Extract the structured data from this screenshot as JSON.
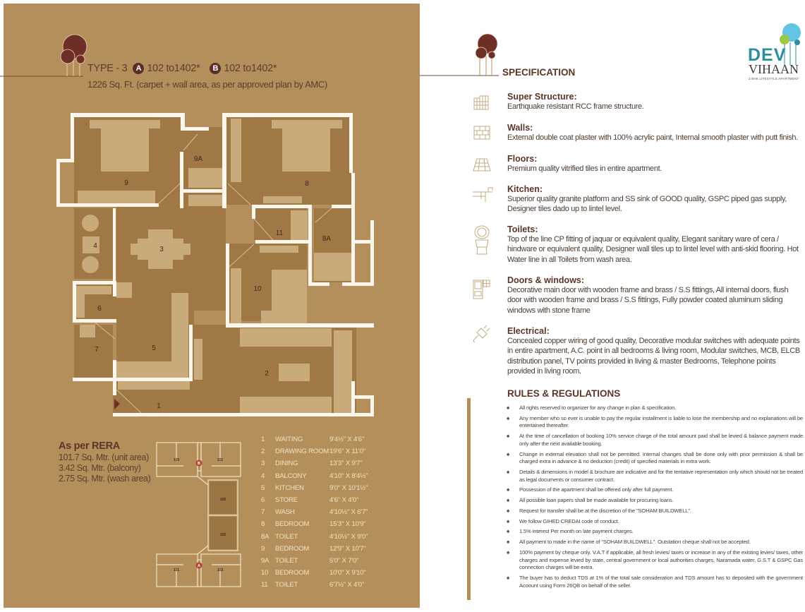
{
  "left": {
    "type_label": "TYPE - 3",
    "wing_a_badge": "A",
    "wing_a_range": "102 to1402*",
    "wing_b_badge": "B",
    "wing_b_range": "102 to1402*",
    "area_text": "1226 Sq. Ft. (carpet + wall area, as per approved plan by AMC)",
    "plan_labels": [
      "1",
      "2",
      "3",
      "4",
      "5",
      "6",
      "7",
      "8",
      "8A",
      "9",
      "9A",
      "10",
      "11"
    ],
    "rera": {
      "title": "As per RERA",
      "lines": [
        "101.7 Sq. Mtr. (unit area)",
        "3.42 Sq. Mtr. (balcony)",
        "2.75 Sq. Mtr. (wash area)"
      ]
    },
    "keyplan": {
      "units_top": [
        "103",
        "101"
      ],
      "units_mid": [
        "102",
        "102"
      ],
      "units_bottom": [
        "101",
        "103"
      ],
      "marker_top": "B",
      "marker_bottom": "A"
    },
    "rooms": [
      {
        "no": "1",
        "name": "WAITING",
        "dim": "9'4½\" X 4'6\""
      },
      {
        "no": "2",
        "name": "DRAWING ROOM",
        "dim": "19'6\" X 11'0\""
      },
      {
        "no": "3",
        "name": "DINING",
        "dim": "13'3\" X 9'7\""
      },
      {
        "no": "4",
        "name": "BALCONY",
        "dim": "4'10\" X 8'4½\""
      },
      {
        "no": "5",
        "name": "KITCHEN",
        "dim": "9'0\" X 10'1½\""
      },
      {
        "no": "6",
        "name": "STORE",
        "dim": "4'6\" X 4'0\""
      },
      {
        "no": "7",
        "name": "WASH",
        "dim": "4'10½\" X 6'7\""
      },
      {
        "no": "8",
        "name": "BEDROOM",
        "dim": "15'3\" X 10'9\""
      },
      {
        "no": "8A",
        "name": "TOILET",
        "dim": "4'10½\" X 9'0\""
      },
      {
        "no": "9",
        "name": "BEDROOM",
        "dim": "12'9\" X 10'7\""
      },
      {
        "no": "9A",
        "name": "TOILET",
        "dim": "5'0\" X 7'0\""
      },
      {
        "no": "10",
        "name": "BEDROOM",
        "dim": "10'0\" X 9'10\""
      },
      {
        "no": "11",
        "name": "TOILET",
        "dim": "6'7½\" X 4'0\""
      }
    ]
  },
  "right": {
    "section_title": "SPECIFICATION",
    "logo": {
      "line1": "DEV",
      "line2": "VIHAAN",
      "tagline": "3 BHK LIFESTYLE APARTMENT"
    },
    "specs": [
      {
        "icon": "building-icon",
        "title": "Super Structure:",
        "text": "Earthquake resistant RCC frame structure."
      },
      {
        "icon": "brick-wall-icon",
        "title": "Walls:",
        "text": "External double coat plaster with 100% acrylic paint, Internal smooth plaster with putt finish."
      },
      {
        "icon": "floor-tiles-icon",
        "title": "Floors:",
        "text": "Premium quality vitrified tiles in entire apartment."
      },
      {
        "icon": "kitchen-sink-icon",
        "title": "Kitchen:",
        "text": "Superior quality granite platform and SS sink of GOOD quality, GSPC piped gas  supply, Designer tiles dado up to lintel level."
      },
      {
        "icon": "toilet-icon",
        "title": "Toilets:",
        "text": "Top of the line CP fitting of jaquar or equivalent quality, Elegant sanitary ware of cera / hindware or equivalent quality, Designer wall tiles up to lintel level with anti-skid flooring. Hot Water line in all Toilets from wash area."
      },
      {
        "icon": "door-window-icon",
        "title": "Doors & windows:",
        "text": "Decorative main door with wooden frame and brass / S.S fittings, All internal doors, flush door with wooden frame and brass / S.S fittings, Fully powder coated aluminum sliding windows with stone frame"
      },
      {
        "icon": "electric-plug-icon",
        "title": "Electrical:",
        "text": "Concealed copper wiring of good quality, Decorative modular switches with adequate points in entire apartment, A.C. point in all bedrooms & living room, Modular switches, MCB, ELCB distribution panel, TV points provided in living & master Bedrooms, Telephone points provided in living room."
      }
    ],
    "rules_title": "RULES & REGULATIONS",
    "rules": [
      "All rights reserved to organizer for any change in plan &  specification.",
      "Any member who so ever is unable to pay the regular installment is liable to lose the membership and no explanations will be entertained  thereafter.",
      "At the time of cancellation of booking 10% service charge of the total amount paid shall be levied & balance payment made only after the next available booking.",
      "Change in external elevation shall not be permitted. Internal changes shall be done only with prior permission & shall be charged extra in advance & no deduction (credit) of specified materials in extra work.",
      "Details & dimensions in model & brochure are indicative and for the tentative representation only which should not be treated as legal documents  or consumer contract.",
      "Possession of the apartment shall be offered only after full payment.",
      "All possible loan papers shall be made available for procuring loans.",
      "Request for transfer shall be at the discretion of the \"SOHAM BUILDWELL\".",
      "We follow GIHED CREDAI code of conduct.",
      "1.5% interest Per month on late payment charges.",
      "All payment to made in the name of \"SOHAM BUILDWELL\". Outstation cheque shall not be accepted.",
      "100% payment by cheque only. V.A.T if applicable, all fresh levies/ taxes or increase in any of the existing levies/ taxes, other charges and expense levied by state, central government or local authorities charges, Naramada water, G.S.T & GSPC Gas connection charges will be extra.",
      "The buyer has to deduct TDS at 1% of the total sale consideration and TDS amount has to deposited with the government Acoount using Form 26QB on behalf of the seller."
    ]
  }
}
